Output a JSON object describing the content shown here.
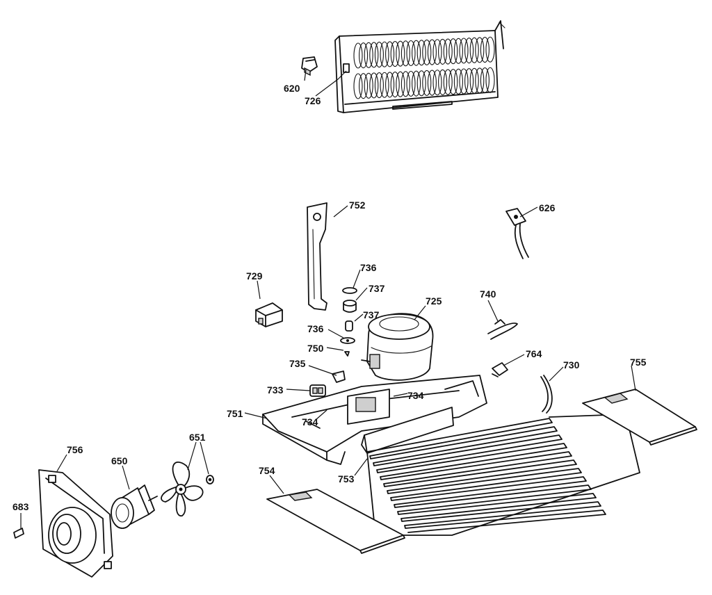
{
  "callouts": {
    "c620": "620",
    "c726": "726",
    "c752": "752",
    "c626": "626",
    "c729": "729",
    "c736a": "736",
    "c737a": "737",
    "c737b": "737",
    "c736b": "736",
    "c725": "725",
    "c740": "740",
    "c750": "750",
    "c735": "735",
    "c764": "764",
    "c730": "730",
    "c755": "755",
    "c733": "733",
    "c734a": "734",
    "c751": "751",
    "c734b": "734",
    "c756": "756",
    "c650": "650",
    "c651": "651",
    "c683": "683",
    "c754": "754",
    "c753": "753"
  },
  "icons": [
    "condenser-coil",
    "compressor",
    "fan-blade",
    "fan-motor",
    "fan-shroud",
    "evaporator-coil"
  ]
}
